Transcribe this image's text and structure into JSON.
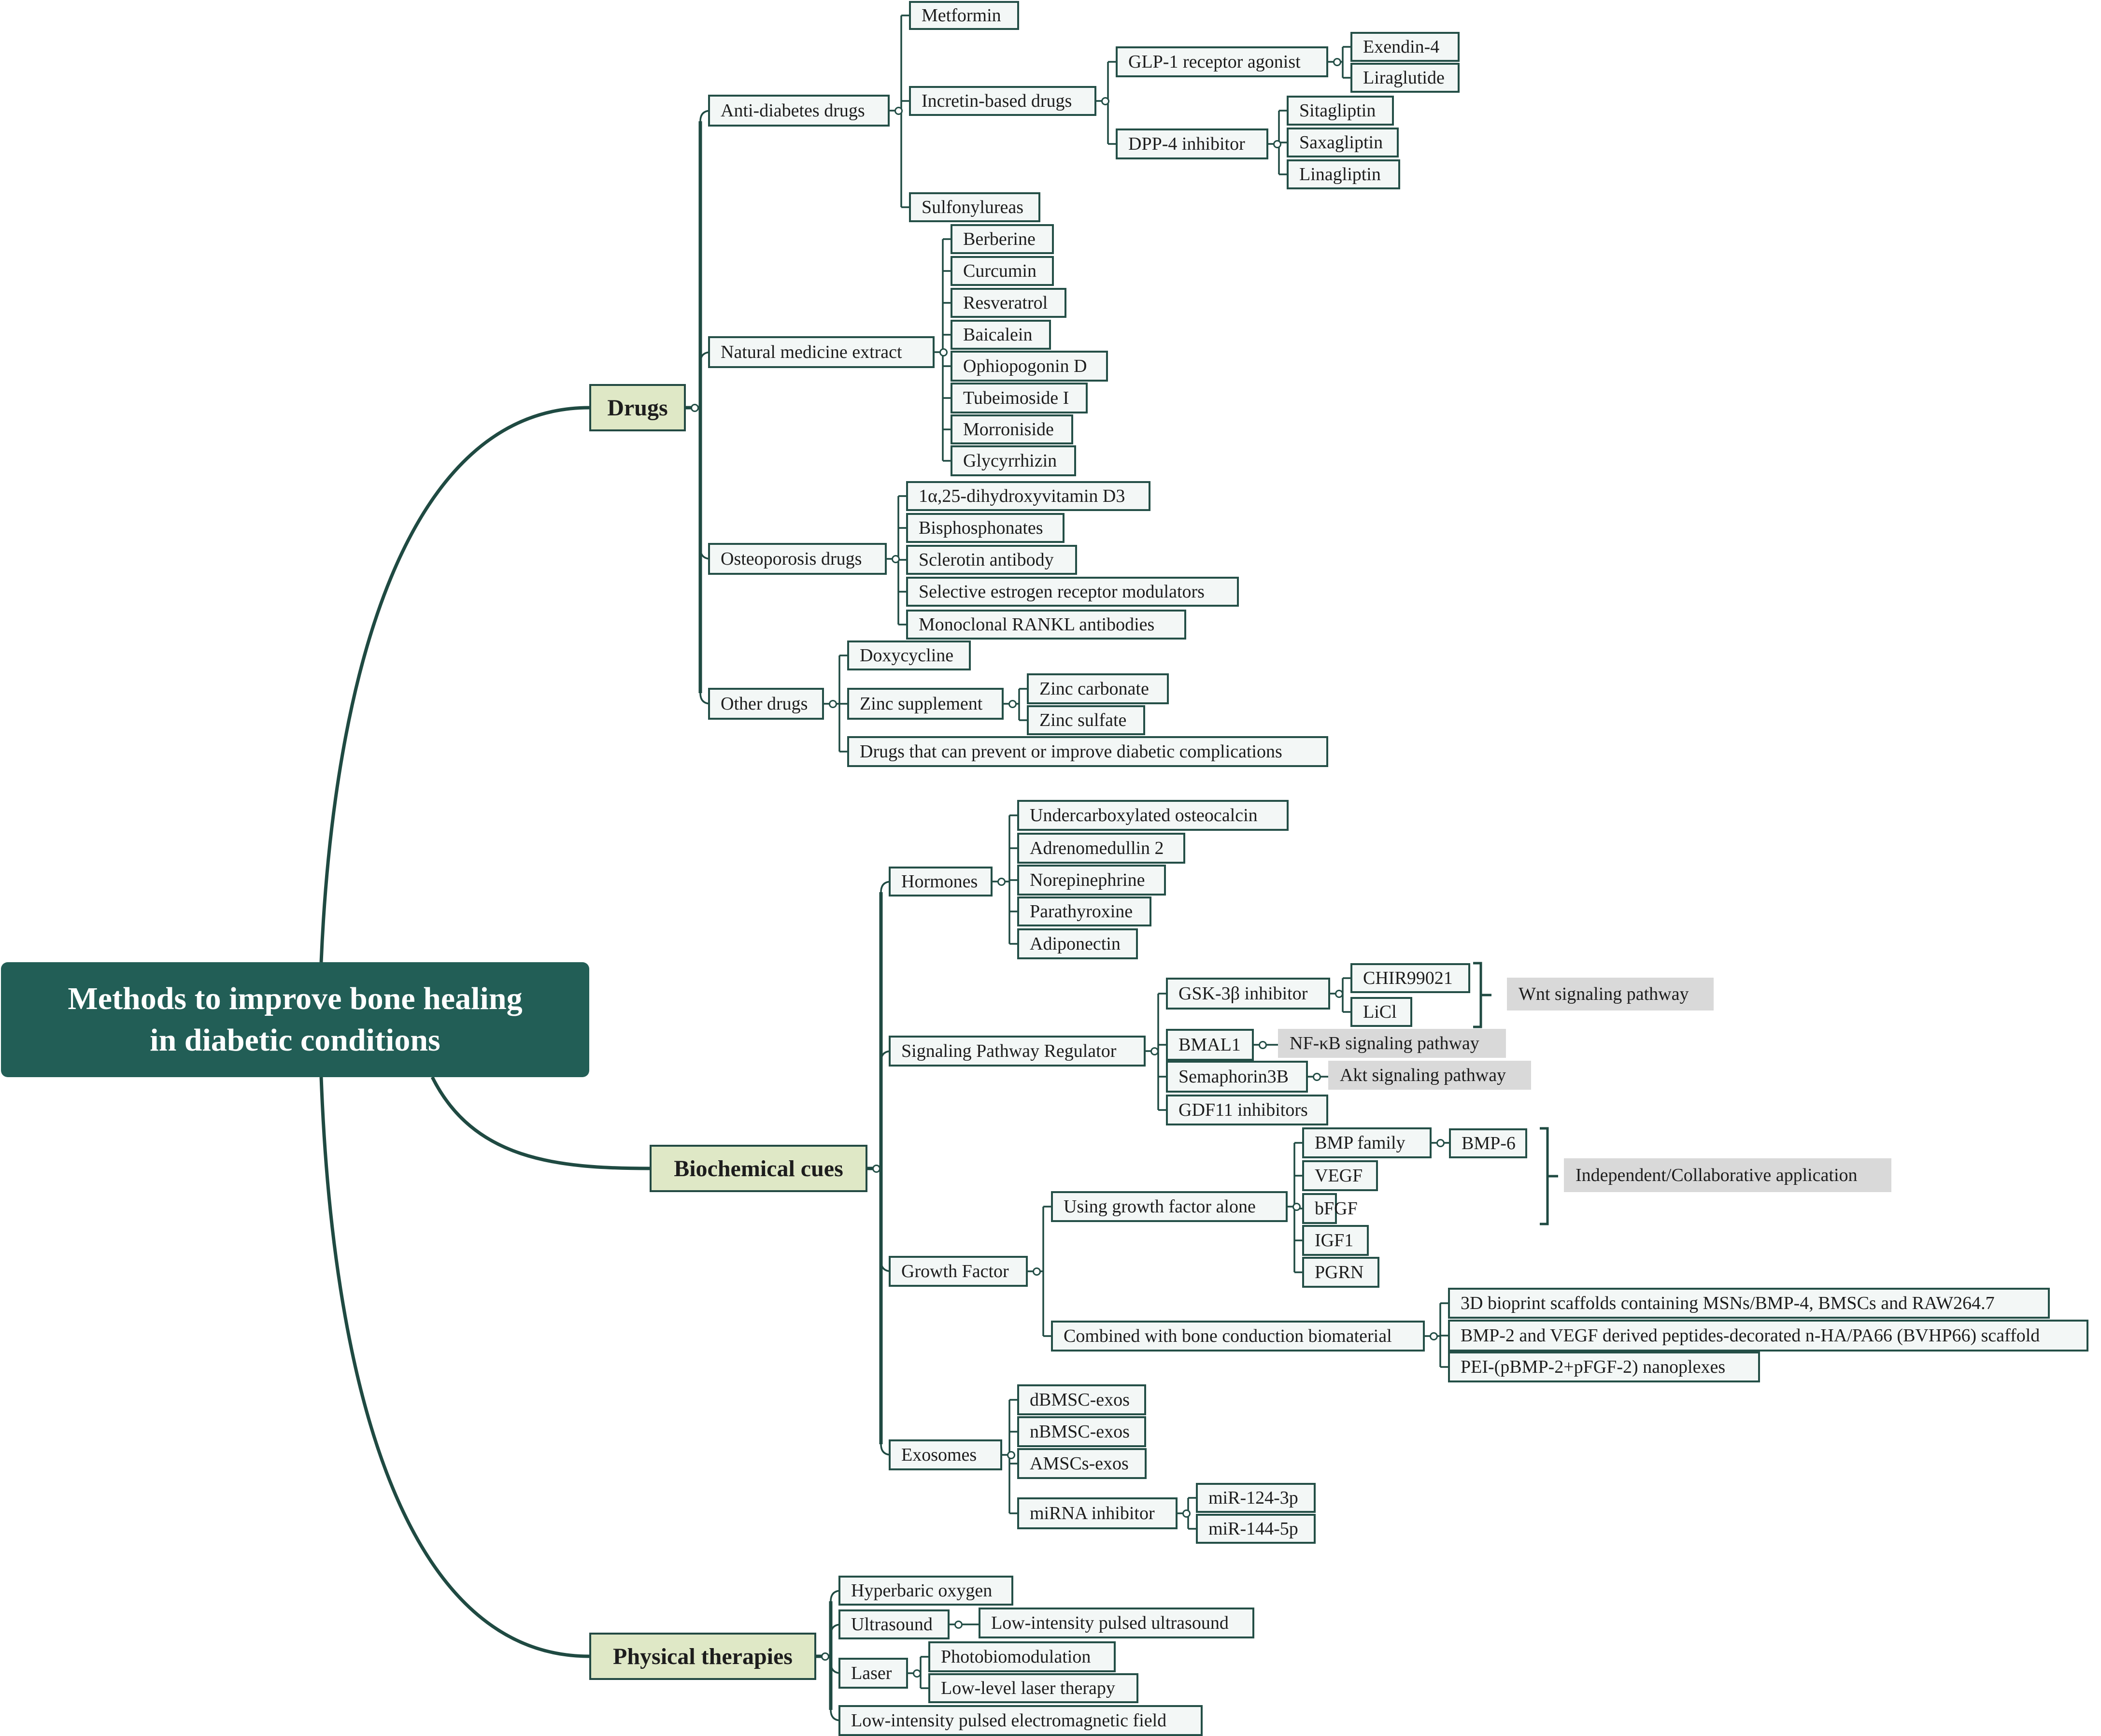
{
  "root": {
    "id": "root",
    "line1": "Methods to improve bone healing",
    "line2": "in diabetic conditions"
  },
  "branches": [
    {
      "id": "drugs",
      "label": "Drugs",
      "children": [
        {
          "id": "antidiab",
          "label": "Anti-diabetes drugs",
          "children": [
            {
              "id": "metformin",
              "label": "Metformin"
            },
            {
              "id": "incretin",
              "label": "Incretin-based drugs",
              "children": [
                {
                  "id": "glp1",
                  "label": "GLP-1 receptor agonist",
                  "children": [
                    {
                      "id": "exendin",
                      "label": "Exendin-4"
                    },
                    {
                      "id": "liraglutide",
                      "label": "Liraglutide"
                    }
                  ]
                },
                {
                  "id": "dpp4",
                  "label": "DPP-4 inhibitor",
                  "children": [
                    {
                      "id": "sitagliptin",
                      "label": "Sitagliptin"
                    },
                    {
                      "id": "saxagliptin",
                      "label": "Saxagliptin"
                    },
                    {
                      "id": "linagliptin",
                      "label": "Linagliptin"
                    }
                  ]
                }
              ]
            },
            {
              "id": "sulfonyl",
              "label": "Sulfonylureas"
            }
          ]
        },
        {
          "id": "natural",
          "label": "Natural medicine extract",
          "children": [
            {
              "id": "berberine",
              "label": "Berberine"
            },
            {
              "id": "curcumin",
              "label": "Curcumin"
            },
            {
              "id": "resveratrol",
              "label": "Resveratrol"
            },
            {
              "id": "baicalein",
              "label": "Baicalein"
            },
            {
              "id": "ophio",
              "label": "Ophiopogonin D"
            },
            {
              "id": "tubeim",
              "label": "Tubeimoside I"
            },
            {
              "id": "morron",
              "label": "Morroniside"
            },
            {
              "id": "glycyr",
              "label": "Glycyrrhizin"
            }
          ]
        },
        {
          "id": "osteo",
          "label": "Osteoporosis drugs",
          "children": [
            {
              "id": "vitd",
              "label": "1α,25-dihydroxyvitamin D3"
            },
            {
              "id": "bisph",
              "label": "Bisphosphonates"
            },
            {
              "id": "sclero",
              "label": "Sclerotin antibody"
            },
            {
              "id": "serm",
              "label": "Selective estrogen receptor modulators"
            },
            {
              "id": "rankl",
              "label": "Monoclonal RANKL antibodies"
            }
          ]
        },
        {
          "id": "other",
          "label": "Other drugs",
          "children": [
            {
              "id": "doxy",
              "label": "Doxycycline"
            },
            {
              "id": "zinc",
              "label": "Zinc supplement",
              "children": [
                {
                  "id": "zinccarb",
                  "label": "Zinc carbonate"
                },
                {
                  "id": "zincsulf",
                  "label": "Zinc sulfate"
                }
              ]
            },
            {
              "id": "prevent",
              "label": "Drugs that can prevent or improve diabetic complications"
            }
          ]
        }
      ]
    },
    {
      "id": "biochem",
      "label": "Biochemical cues",
      "children": [
        {
          "id": "hormones",
          "label": "Hormones",
          "children": [
            {
              "id": "ucoc",
              "label": "Undercarboxylated osteocalcin"
            },
            {
              "id": "adm2",
              "label": "Adrenomedullin 2"
            },
            {
              "id": "norepi",
              "label": "Norepinephrine"
            },
            {
              "id": "parathy",
              "label": "Parathyroxine"
            },
            {
              "id": "adipo",
              "label": "Adiponectin"
            }
          ]
        },
        {
          "id": "signal",
          "label": "Signaling Pathway Regulator",
          "children": [
            {
              "id": "gsk",
              "label": "GSK-3β inhibitor",
              "children": [
                {
                  "id": "chir",
                  "label": "CHIR99021"
                },
                {
                  "id": "licl",
                  "label": "LiCl"
                }
              ]
            },
            {
              "id": "bmal",
              "label": "BMAL1",
              "children": [
                {
                  "id": "nfkb",
                  "label": "NF-κB signaling pathway",
                  "note": true
                }
              ]
            },
            {
              "id": "sema",
              "label": "Semaphorin3B",
              "children": [
                {
                  "id": "akt",
                  "label": "Akt signaling pathway",
                  "note": true
                }
              ]
            },
            {
              "id": "gdf",
              "label": "GDF11 inhibitors"
            }
          ]
        },
        {
          "id": "growth",
          "label": "Growth Factor",
          "children": [
            {
              "id": "alone",
              "label": "Using growth factor alone",
              "children": [
                {
                  "id": "bmpfam",
                  "label": "BMP family",
                  "children": [
                    {
                      "id": "bmp6",
                      "label": "BMP-6"
                    }
                  ]
                },
                {
                  "id": "vegf",
                  "label": "VEGF"
                },
                {
                  "id": "bfgf",
                  "label": "bFGF"
                },
                {
                  "id": "igf1",
                  "label": "IGF1"
                },
                {
                  "id": "pgrn",
                  "label": "PGRN"
                }
              ]
            },
            {
              "id": "combined",
              "label": "Combined with bone conduction biomaterial",
              "children": [
                {
                  "id": "bioprint",
                  "label": "3D bioprint scaffolds containing MSNs/BMP-4, BMSCs and RAW264.7"
                },
                {
                  "id": "bvhp",
                  "label": "BMP-2 and VEGF derived peptides-decorated n-HA/PA66 (BVHP66) scaffold"
                },
                {
                  "id": "pei",
                  "label": "PEI-(pBMP-2+pFGF-2) nanoplexes"
                }
              ]
            }
          ]
        },
        {
          "id": "exos",
          "label": "Exosomes",
          "children": [
            {
              "id": "dbmsc",
              "label": "dBMSC-exos"
            },
            {
              "id": "nbmsc",
              "label": "nBMSC-exos"
            },
            {
              "id": "amsc",
              "label": "AMSCs-exos"
            },
            {
              "id": "mirna",
              "label": "miRNA inhibitor",
              "children": [
                {
                  "id": "mir124",
                  "label": "miR-124-3p"
                },
                {
                  "id": "mir144",
                  "label": "miR-144-5p"
                }
              ]
            }
          ]
        }
      ]
    },
    {
      "id": "physical",
      "label": "Physical therapies",
      "children": [
        {
          "id": "hyper",
          "label": "Hyperbaric oxygen"
        },
        {
          "id": "ultra",
          "label": "Ultrasound",
          "children": [
            {
              "id": "lipus",
              "label": "Low-intensity pulsed ultrasound"
            }
          ]
        },
        {
          "id": "laser",
          "label": "Laser",
          "children": [
            {
              "id": "photobio",
              "label": "Photobiomodulation"
            },
            {
              "id": "lllt",
              "label": "Low-level laser therapy"
            }
          ]
        },
        {
          "id": "lipemf",
          "label": "Low-intensity pulsed electromagnetic field"
        }
      ]
    }
  ],
  "bracket_notes": [
    {
      "id": "wnt",
      "label": "Wnt signaling pathway",
      "groups": [
        "chir",
        "licl"
      ]
    },
    {
      "id": "indep",
      "label": "Independent/Collaborative application",
      "groups": [
        "bmpfam",
        "bmp6",
        "vegf",
        "bfgf",
        "igf1"
      ]
    }
  ],
  "colors": {
    "root_fill": "#225e56",
    "main_fill": "#dfe8c6",
    "box_fill": "#f3f7f6",
    "line": "#1f4a42",
    "note_fill": "#d9d9d9"
  }
}
